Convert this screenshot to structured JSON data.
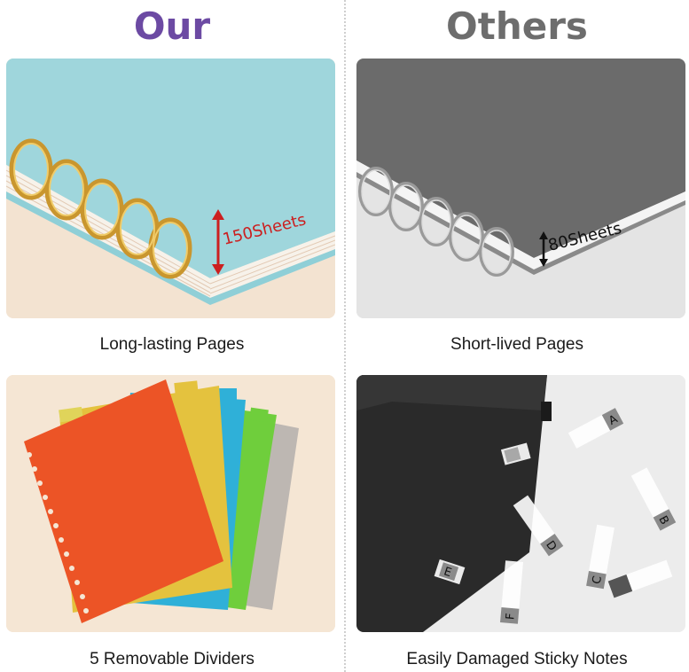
{
  "headings": {
    "ours": "Our",
    "others": "Others",
    "ours_color": "#6c4aa3",
    "others_color": "#6d6d6d"
  },
  "panels": {
    "top_left": {
      "sheet_label": "150Sheets",
      "caption": "Long-lasting Pages",
      "label_color": "#cc1f1f"
    },
    "top_right": {
      "sheet_label": "80Sheets",
      "caption": "Short-lived Pages",
      "label_color": "#111111"
    },
    "bottom_left": {
      "caption": "5 Removable Dividers"
    },
    "bottom_right": {
      "caption": "Easily Damaged Sticky Notes",
      "sticky_letters": [
        "A",
        "B",
        "C",
        "D",
        "E",
        "F"
      ]
    }
  }
}
